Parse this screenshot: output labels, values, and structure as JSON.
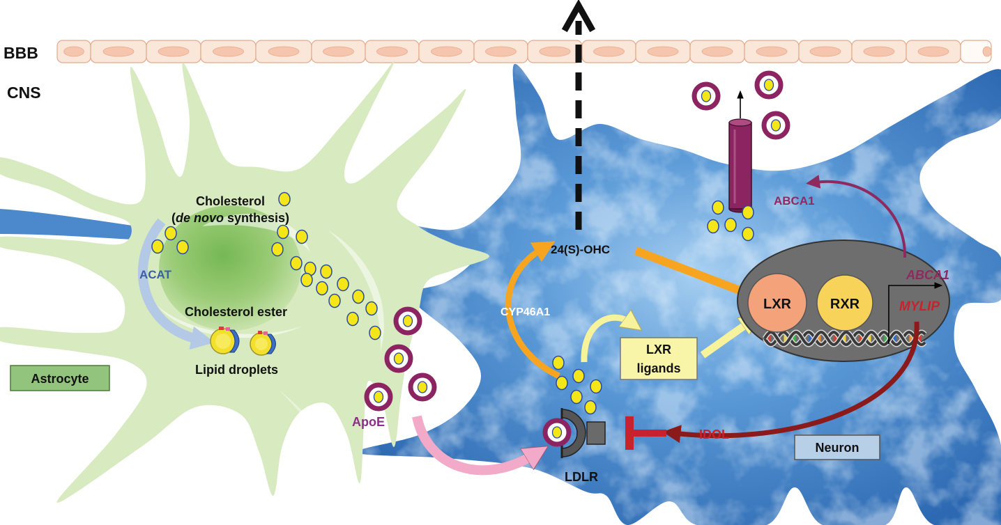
{
  "labels": {
    "bbb": "BBB",
    "cns": "CNS",
    "cholesterol": "Cholesterol",
    "synthesis_open": "(",
    "synthesis_italic": "de novo",
    "synthesis_close": " synthesis)",
    "acat": "ACAT",
    "cholesterol_ester": "Cholesterol ester",
    "lipid_droplets": "Lipid droplets",
    "astrocyte": "Astrocyte",
    "apoe": "ApoE",
    "ldlr": "LDLR",
    "idol": "IDOL",
    "neuron": "Neuron",
    "lxr_ligands_line1": "LXR",
    "lxr_ligands_line2": "ligands",
    "cyp46a1": "CYP46A1",
    "oxysterol": "24(S)-OHC",
    "lxr": "LXR",
    "rxr": "RXR",
    "abca1_gene": "ABCA1",
    "mylip_gene": "MYLIP",
    "abca1_transporter": "ABCA1"
  },
  "colors": {
    "endothelium": "#fbe6da",
    "endothelium_edge": "#e3a98a",
    "endothelium_nucleus": "#f5c6ad",
    "astrocyte": "#d8eabf",
    "apoe_ring": "#8b2461",
    "cholesterol": "#f5e61a",
    "cholesterol_edge": "#2a4a9c",
    "lxr": "#f4a27a",
    "rxr": "#f8d35a",
    "nucleus": "#6e6e6e"
  }
}
